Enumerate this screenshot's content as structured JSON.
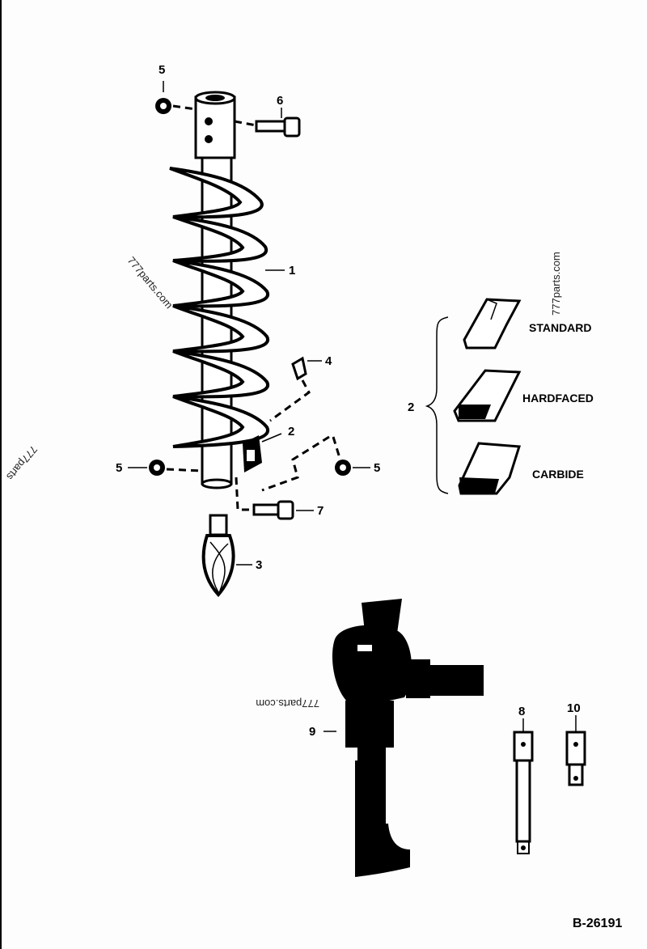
{
  "callouts": {
    "c1": "1",
    "c2a": "2",
    "c2b": "2",
    "c3": "3",
    "c4": "4",
    "c5a": "5",
    "c5b": "5",
    "c5c": "5",
    "c6": "6",
    "c7": "7",
    "c8": "8",
    "c9": "9",
    "c10": "10"
  },
  "tooth_variants": [
    "STANDARD",
    "HARDFACED",
    "CARBIDE"
  ],
  "reference_number": "B-26191",
  "watermarks": [
    "777parts.com",
    "777parts.com",
    "777parts.com",
    "777parts"
  ],
  "colors": {
    "ink": "#000000",
    "background": "#fdfdfd"
  }
}
